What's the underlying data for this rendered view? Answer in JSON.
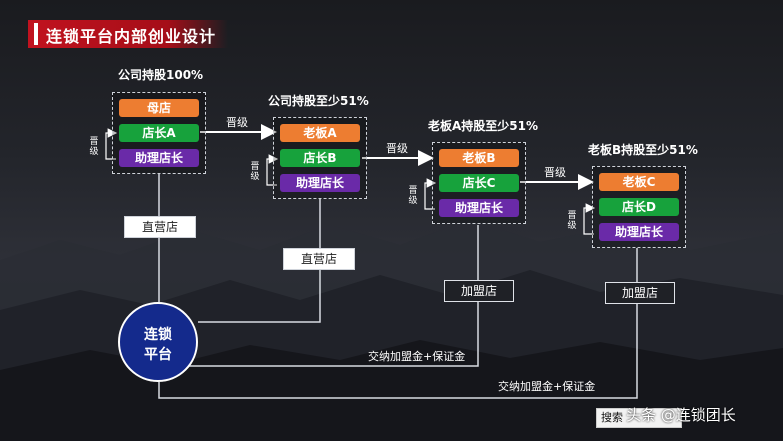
{
  "title": "连锁平台内部创业设计",
  "groups": [
    {
      "label": "公司持股100%",
      "roles": [
        "母店",
        "店长A",
        "助理店长"
      ],
      "side": "晋级"
    },
    {
      "label": "公司持股至少51%",
      "roles": [
        "老板A",
        "店长B",
        "助理店长"
      ],
      "side": "晋级"
    },
    {
      "label": "老板A持股至少51%",
      "roles": [
        "老板B",
        "店长C",
        "助理店长"
      ],
      "side": "晋级"
    },
    {
      "label": "老板B持股至少51%",
      "roles": [
        "老板C",
        "店长D",
        "助理店长"
      ],
      "side": "晋级"
    }
  ],
  "promote_labels": [
    "晋级",
    "晋级",
    "晋级"
  ],
  "store_tags": [
    "直营店",
    "直营店",
    "加盟店",
    "加盟店"
  ],
  "platform": {
    "line1": "连锁",
    "line2": "平台"
  },
  "fee_labels": [
    "交纳加盟金+保证金",
    "交纳加盟金+保证金"
  ],
  "search_text": "搜索",
  "watermark": "头条 @连锁团长"
}
